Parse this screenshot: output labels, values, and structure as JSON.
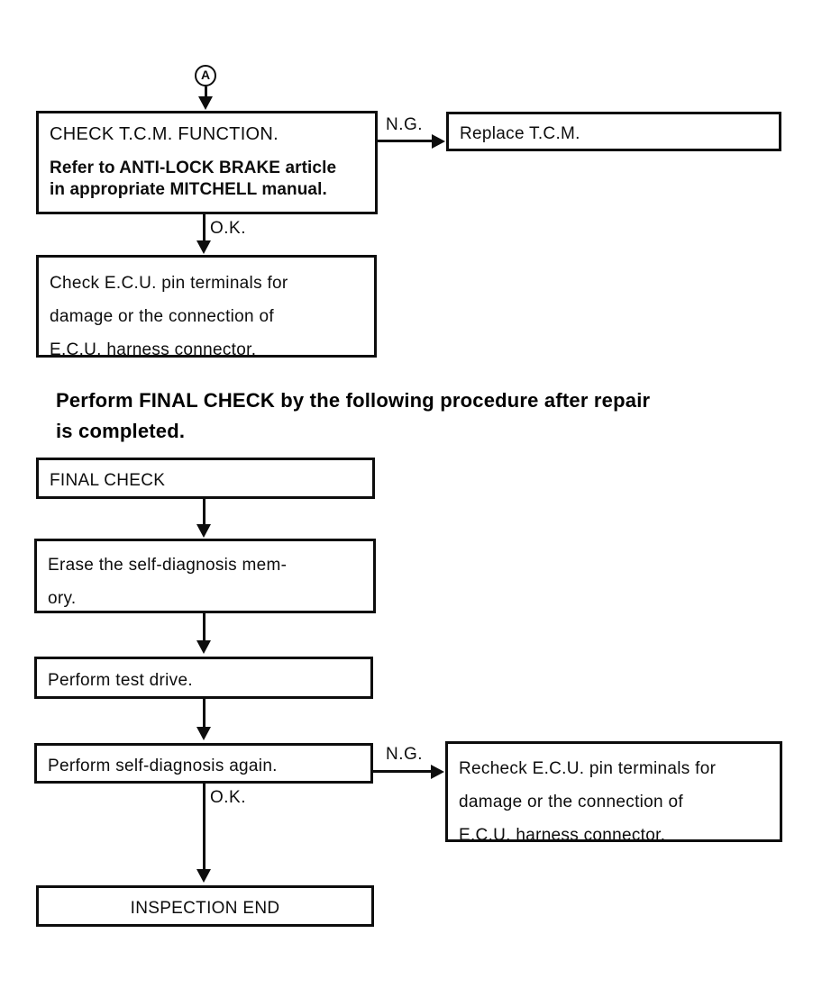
{
  "diagram": {
    "connector": {
      "label": "A"
    },
    "branch_labels": {
      "ng_top": "N.G.",
      "ok_top": "O.K.",
      "ng_bottom": "N.G.",
      "ok_bottom": "O.K."
    },
    "note": {
      "line1": "Perform FINAL CHECK by the following procedure after repair",
      "line2": "is completed."
    },
    "boxes": {
      "check_tcm": {
        "title": "CHECK T.C.M. FUNCTION.",
        "detail_line1": "Refer to ANTI-LOCK BRAKE article",
        "detail_line2": "in appropriate MITCHELL manual."
      },
      "replace_tcm": {
        "text": "Replace T.C.M."
      },
      "check_ecu": {
        "lines": [
          "Check E.C.U. pin terminals for",
          "damage or the connection of",
          "E.C.U. harness connector."
        ]
      },
      "final_check": {
        "text": "FINAL CHECK"
      },
      "erase_memory": {
        "lines": [
          "Erase the self-diagnosis mem-",
          "ory."
        ]
      },
      "test_drive": {
        "text": "Perform test drive."
      },
      "self_diagnosis_again": {
        "text": "Perform self-diagnosis again."
      },
      "recheck_ecu": {
        "lines": [
          "Recheck E.C.U. pin terminals for",
          "damage or the connection of",
          "E.C.U. harness connector."
        ]
      },
      "inspection_end": {
        "text": "INSPECTION END"
      }
    },
    "colors": {
      "ink": "#0d0d0d",
      "paper": "#ffffff"
    }
  }
}
